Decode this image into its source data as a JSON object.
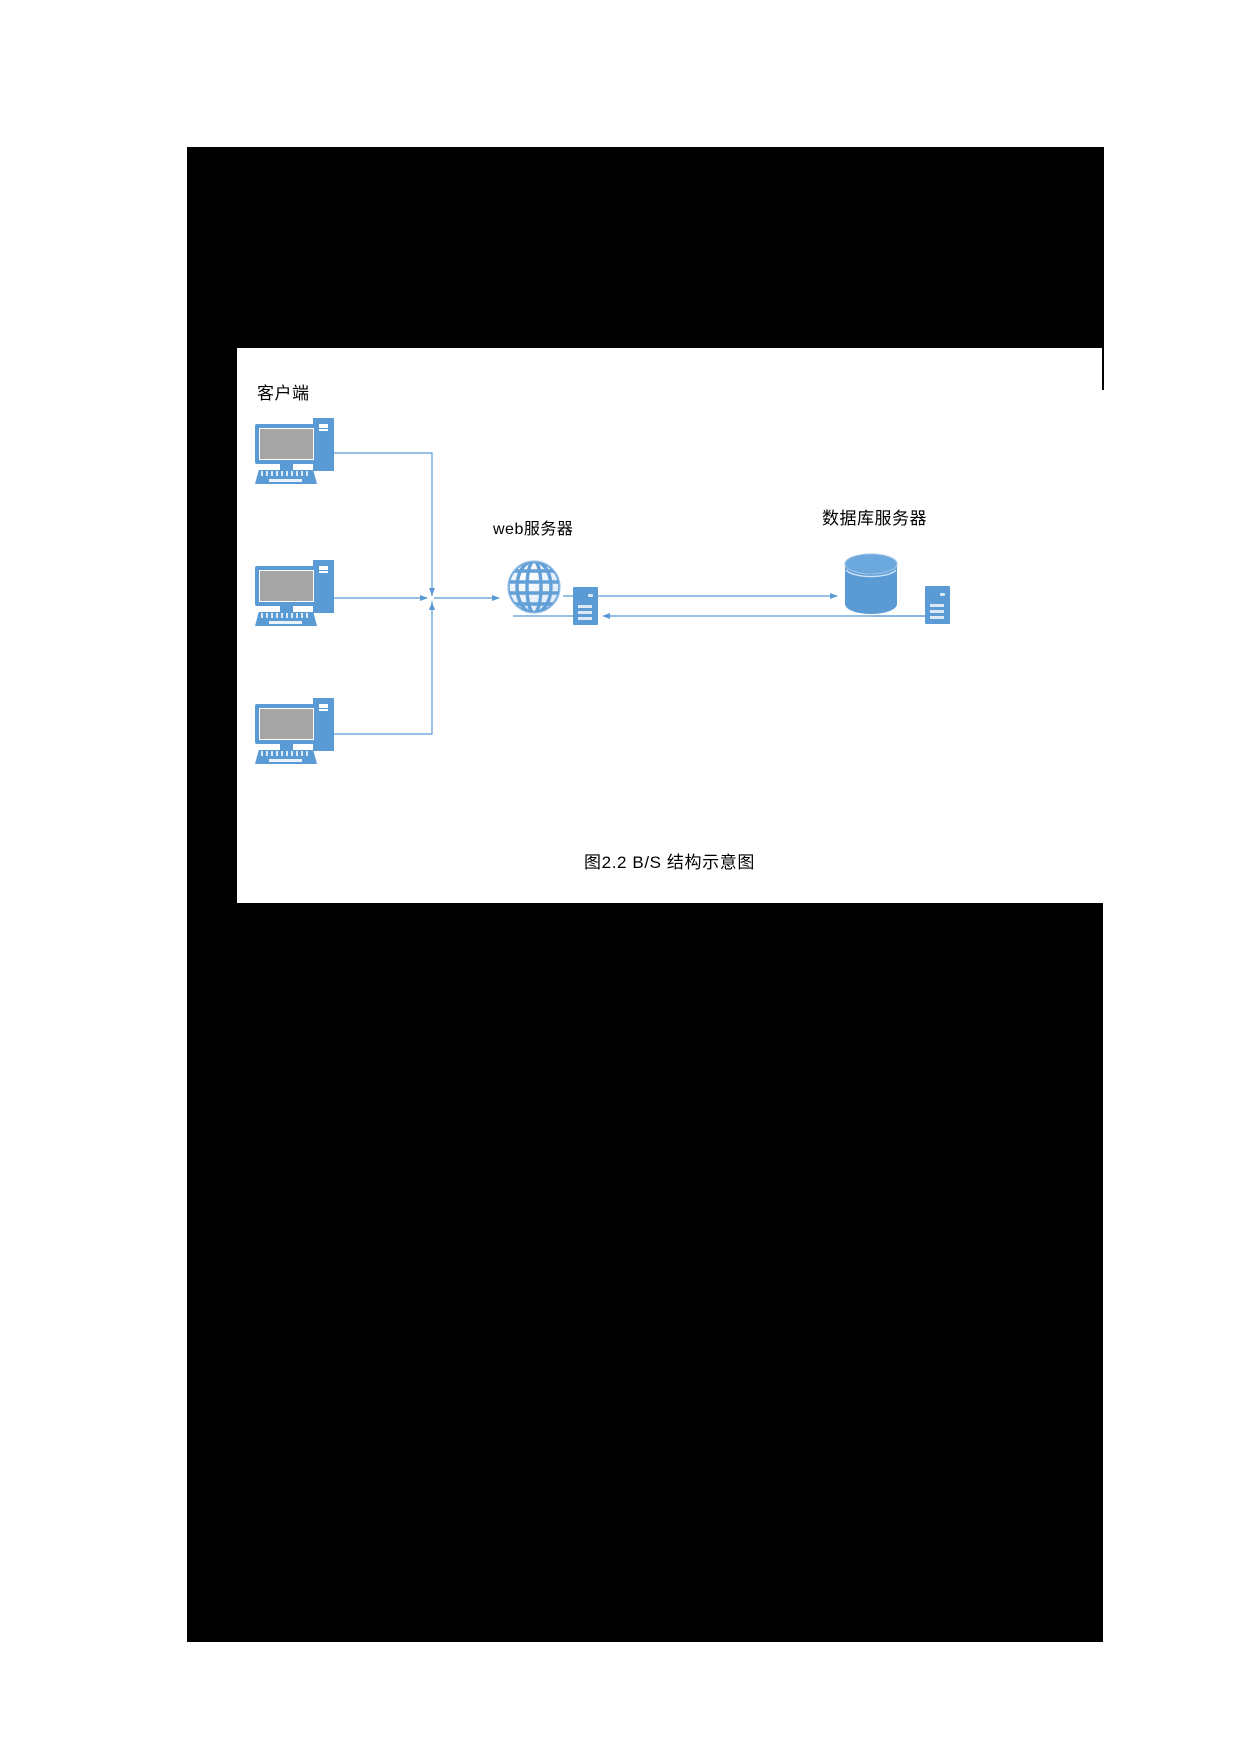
{
  "document": {
    "type": "thesis-page",
    "page_background": "#ffffff",
    "redacted_color": "#000000"
  },
  "figure": {
    "caption": "图2.2 B/S 结构示意图",
    "panel_background": "#ffffff",
    "accent_color": "#5b9bd5",
    "screen_color": "#a5a5a5",
    "line_color": "#5b9bd5",
    "labels": {
      "client": "客户端",
      "web_server": "web服务器",
      "db_server": "数据库服务器"
    },
    "nodes": [
      {
        "id": "client-1",
        "kind": "desktop-computer",
        "label": "客户端"
      },
      {
        "id": "client-2",
        "kind": "desktop-computer",
        "label": "客户端"
      },
      {
        "id": "client-3",
        "kind": "desktop-computer",
        "label": "客户端"
      },
      {
        "id": "web-globe",
        "kind": "globe",
        "label": "web服务器"
      },
      {
        "id": "web-server",
        "kind": "server-box",
        "label": "web服务器"
      },
      {
        "id": "db-cylinder",
        "kind": "database-cylinder",
        "label": "数据库服务器"
      },
      {
        "id": "db-server",
        "kind": "server-box",
        "label": "数据库服务器"
      }
    ],
    "connections": [
      {
        "from": "client-1",
        "to": "junction",
        "arrow": "end"
      },
      {
        "from": "client-2",
        "to": "junction",
        "arrow": "end"
      },
      {
        "from": "client-3",
        "to": "junction",
        "arrow": "end"
      },
      {
        "from": "junction",
        "to": "web-globe",
        "arrow": "end"
      },
      {
        "from": "web-server",
        "to": "db-cylinder",
        "arrow": "end"
      },
      {
        "from": "db-server",
        "to": "web-server",
        "arrow": "end"
      }
    ]
  }
}
